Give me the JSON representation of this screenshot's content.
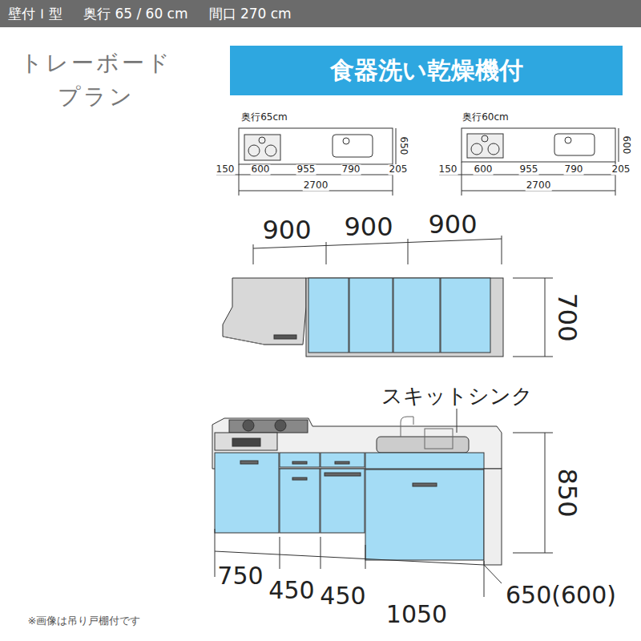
{
  "diagram": {
    "nodes": [
      {
        "text": [
          "壁付Ｉ型",
          "奥行 65 / 60 cm",
          "間口 270 cm"
        ]
      },
      {
        "text": [
          "食器洗い乾燥機付"
        ]
      }
    ],
    "labels": [
      "トレーボード プラン",
      "奥行65cm",
      "650",
      "150",
      "600",
      "955",
      "790",
      "205",
      "2700",
      "奥行60cm",
      "600",
      "150",
      "600",
      "955",
      "790",
      "205",
      "2700",
      "900",
      "900",
      "900",
      "700",
      "スキットシンク",
      "850",
      "750",
      "450",
      "450",
      "1050",
      "650(600)",
      "※画像は吊り戸棚付です"
    ]
  }
}
